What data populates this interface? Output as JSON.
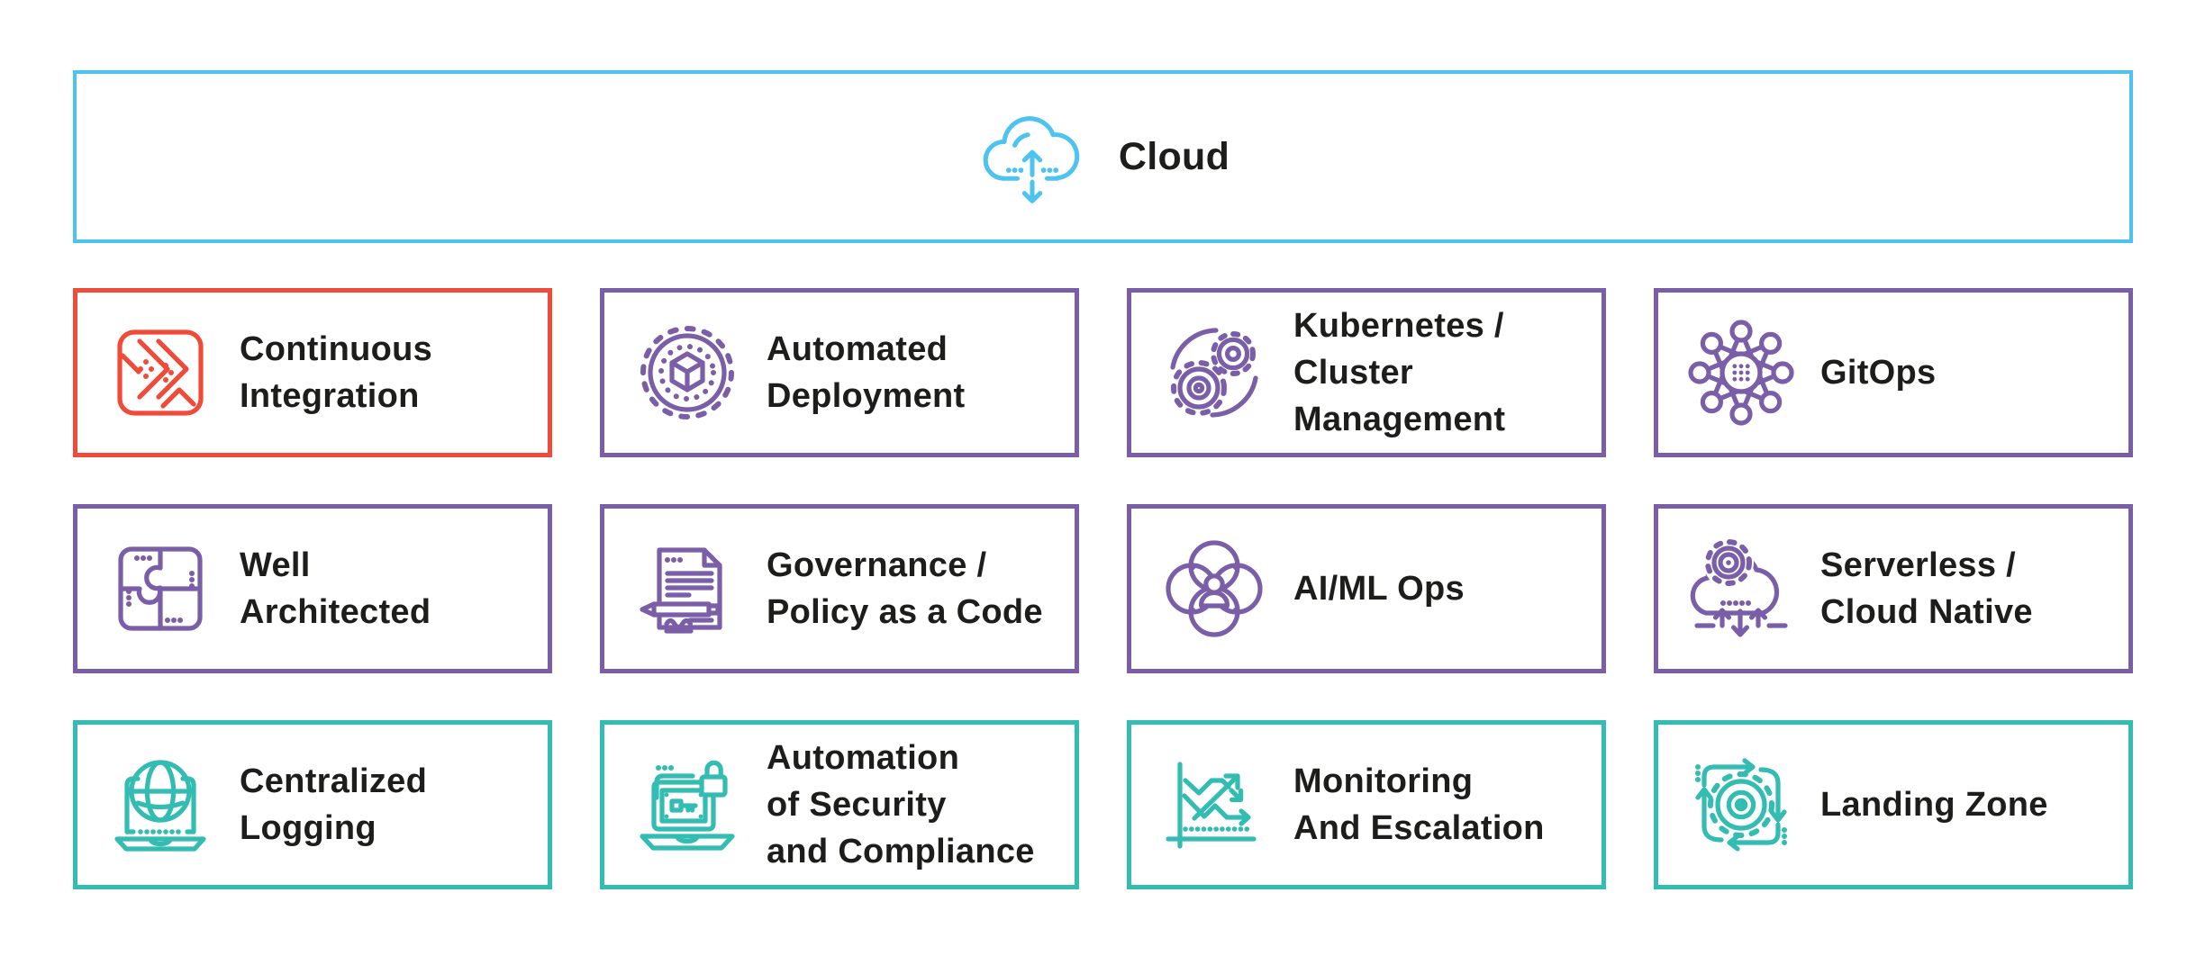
{
  "colors": {
    "blue": "#4dc3f0",
    "red": "#f04a38",
    "purple": "#7a5ea8",
    "teal": "#33bcb2",
    "text": "#1d1d1b",
    "background": "#ffffff"
  },
  "banner": {
    "label": "Cloud",
    "icon": "cloud-icon"
  },
  "cards": [
    {
      "id": "continuous-integration",
      "icon": "continuous-integration-icon",
      "color": "#f04a38",
      "label_lines": [
        "Continuous",
        "Integration"
      ]
    },
    {
      "id": "automated-deployment",
      "icon": "automated-deployment-icon",
      "color": "#7a5ea8",
      "label_lines": [
        "Automated",
        "Deployment"
      ]
    },
    {
      "id": "kubernetes-cluster-management",
      "icon": "kubernetes-cluster-icon",
      "color": "#7a5ea8",
      "label_lines": [
        "Kubernetes /",
        "Cluster",
        "Management"
      ]
    },
    {
      "id": "gitops",
      "icon": "gitops-icon",
      "color": "#7a5ea8",
      "label_lines": [
        "GitOps"
      ]
    },
    {
      "id": "well-architected",
      "icon": "well-architected-icon",
      "color": "#7a5ea8",
      "label_lines": [
        "Well",
        "Architected"
      ]
    },
    {
      "id": "governance-policy-as-a-code",
      "icon": "governance-policy-icon",
      "color": "#7a5ea8",
      "label_lines": [
        "Governance /",
        "Policy as a Code"
      ]
    },
    {
      "id": "ai-ml-ops",
      "icon": "ai-ml-ops-icon",
      "color": "#7a5ea8",
      "label_lines": [
        "AI/ML Ops"
      ]
    },
    {
      "id": "serverless-cloud-native",
      "icon": "serverless-cloud-native-icon",
      "color": "#7a5ea8",
      "label_lines": [
        "Serverless /",
        "Cloud Native"
      ]
    },
    {
      "id": "centralized-logging",
      "icon": "centralized-logging-icon",
      "color": "#33bcb2",
      "label_lines": [
        "Centralized",
        "Logging"
      ]
    },
    {
      "id": "automation-of-security-and-compliance",
      "icon": "security-compliance-icon",
      "color": "#33bcb2",
      "label_lines": [
        "Automation",
        "of Security",
        "and Compliance"
      ]
    },
    {
      "id": "monitoring-and-escalation",
      "icon": "monitoring-escalation-icon",
      "color": "#33bcb2",
      "label_lines": [
        "Monitoring",
        "And Escalation"
      ]
    },
    {
      "id": "landing-zone",
      "icon": "landing-zone-icon",
      "color": "#33bcb2",
      "label_lines": [
        "Landing Zone"
      ]
    }
  ]
}
